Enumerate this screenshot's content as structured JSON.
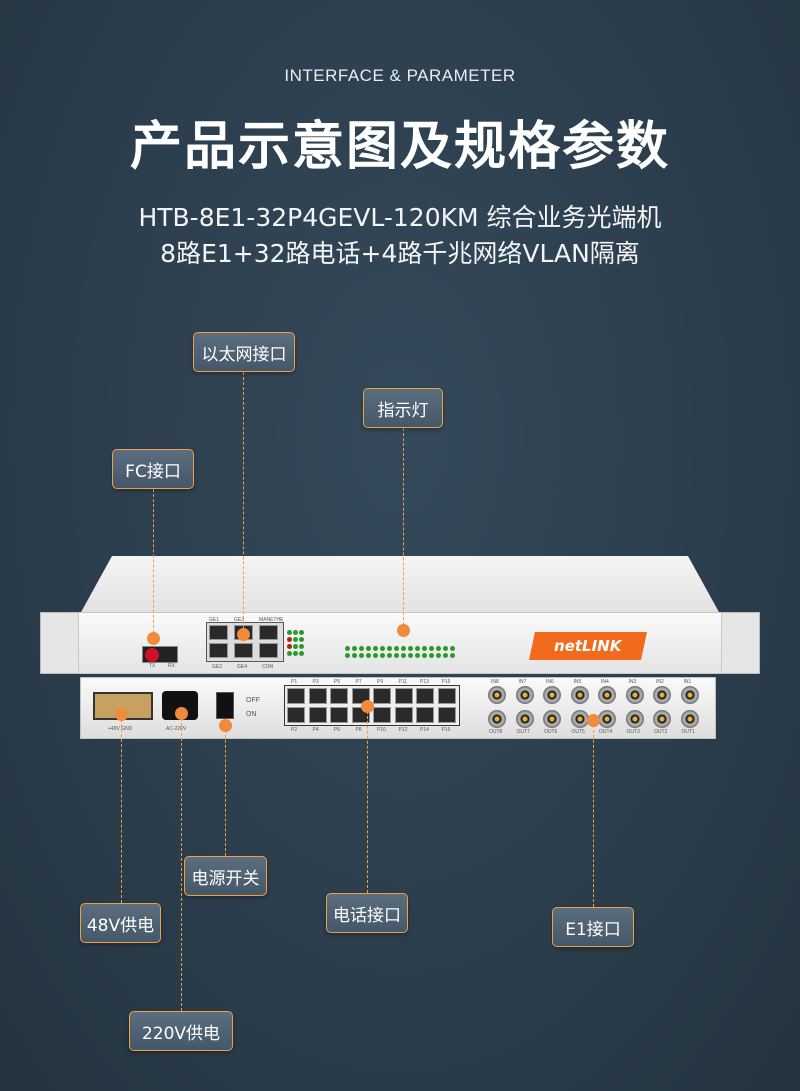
{
  "header": {
    "subtitle": "INTERFACE & PARAMETER",
    "title": "产品示意图及规格参数",
    "model_line": "HTB-8E1-32P4GEVL-120KM 综合业务光端机",
    "feature_line": "8路E1+32路电话+4路千兆网络VLAN隔离"
  },
  "callouts": {
    "ethernet": "以太网接口",
    "indicator": "指示灯",
    "fc": "FC接口",
    "power_switch": "电源开关",
    "dc48": "48V供电",
    "ac220": "220V供电",
    "phone": "电话接口",
    "e1": "E1接口"
  },
  "device": {
    "brand": "netLINK",
    "fiber": {
      "tx": "TX",
      "rx": "RX"
    },
    "eth_top": [
      "GE1",
      "GE3",
      "MANETHE"
    ],
    "eth_bottom": [
      "GE2",
      "GE4",
      "CON"
    ],
    "dc_label": "+48V GND",
    "ac_label": "AC-220V",
    "switch_off": "OFF",
    "switch_on": "ON",
    "phone_top": [
      "P1",
      "P3",
      "P5",
      "P7",
      "P9",
      "P11",
      "P13",
      "P15"
    ],
    "phone_bottom": [
      "P2",
      "P4",
      "P6",
      "P8",
      "P10",
      "P12",
      "P14",
      "P16"
    ],
    "e1_in": [
      "IN8",
      "IN7",
      "IN6",
      "IN5",
      "IN4",
      "IN3",
      "IN2",
      "IN1"
    ],
    "e1_out": [
      "OUT8",
      "OUT7",
      "OUT6",
      "OUT5",
      "OUT4",
      "OUT3",
      "OUT2",
      "OUT1"
    ]
  },
  "colors": {
    "accent": "#f0a040",
    "brand": "#f26a1b"
  }
}
